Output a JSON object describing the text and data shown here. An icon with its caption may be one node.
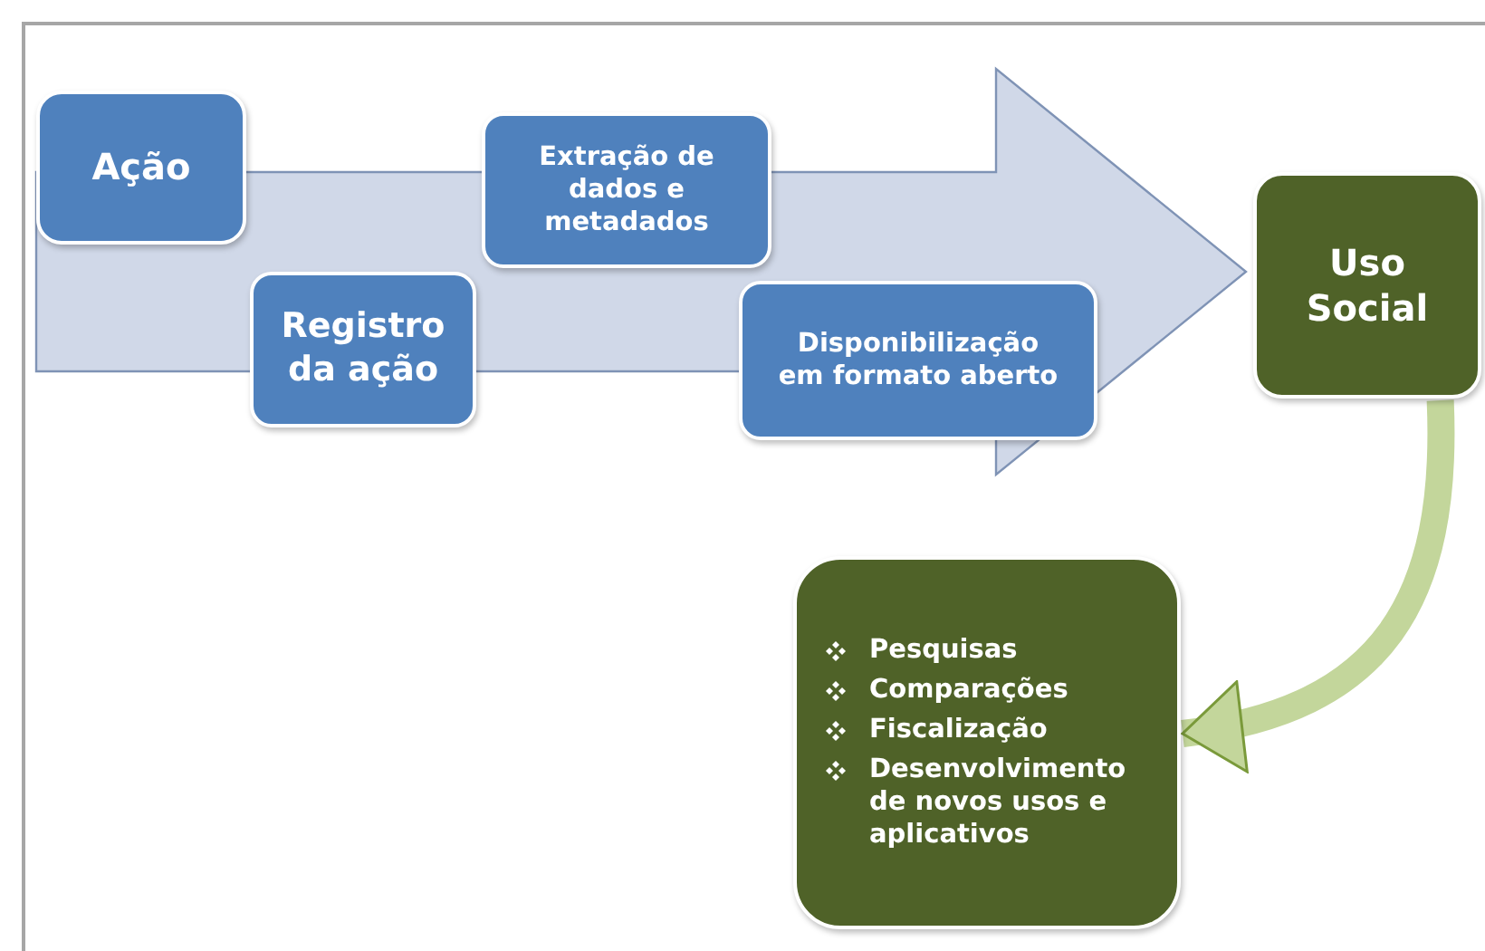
{
  "diagram": {
    "nodes": [
      {
        "text": [
          "Ação"
        ]
      },
      {
        "text": [
          "Registro da ação"
        ]
      },
      {
        "text": [
          "Extração de dados e metadados"
        ]
      },
      {
        "text": [
          "Disponibilização em formato aberto"
        ]
      },
      {
        "text": [
          "Uso Social"
        ]
      },
      {
        "text": [
          "Pesquisas",
          "Comparações",
          "Fiscalização",
          "Desenvolvimento de novos usos e aplicativos"
        ]
      }
    ],
    "edges": [
      {
        "from": null,
        "to": 4,
        "arrow": "to",
        "style": "thick",
        "color": "#d0d8e8"
      },
      {
        "from": 4,
        "to": 5,
        "arrow": "to",
        "color": "#c3d69b"
      }
    ]
  }
}
